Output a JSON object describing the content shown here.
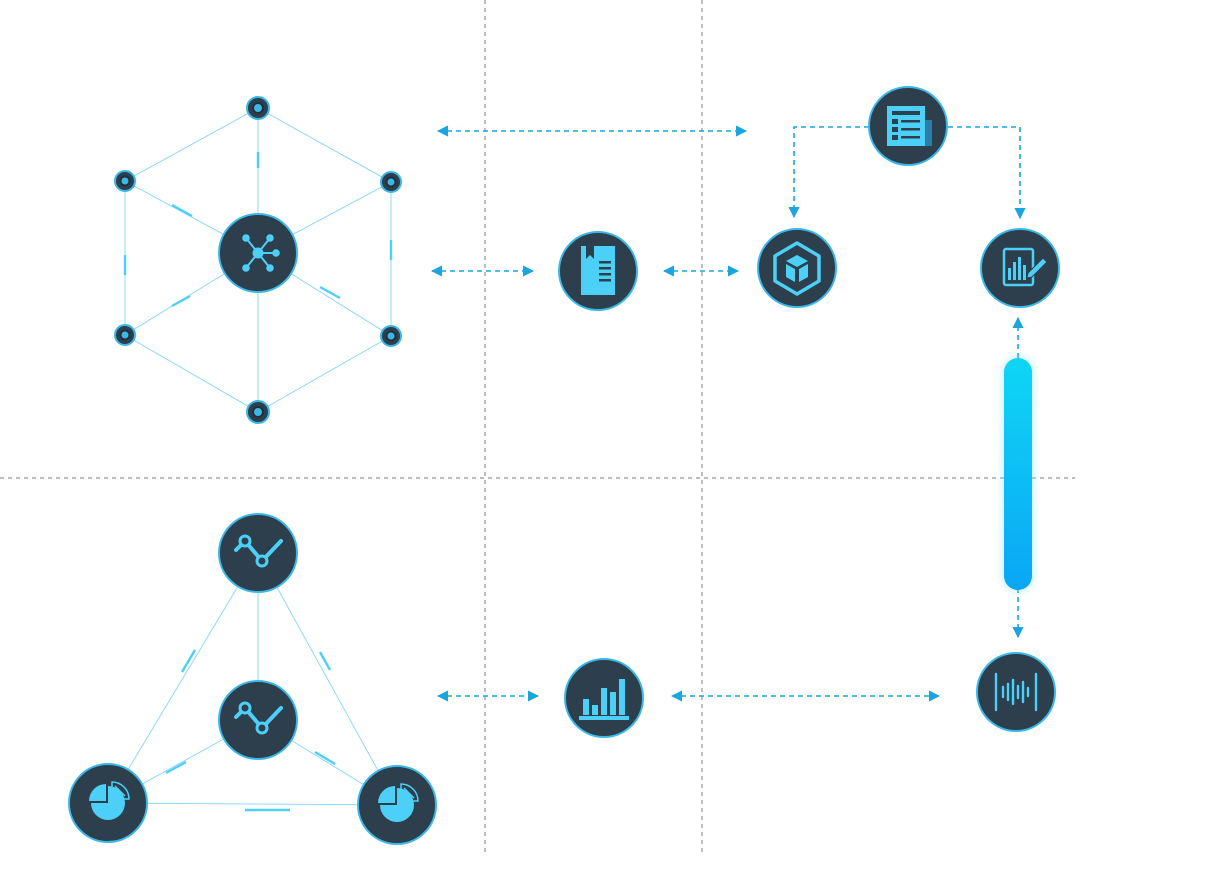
{
  "diagram": {
    "colors": {
      "background": "#ffffff",
      "node_fill": "#2d3e4c",
      "node_stroke": "#3ab8e8",
      "icon": "#4cd0f7",
      "connector": "#1aa6dc",
      "grid": "#a7a7a7",
      "bar_gradient": [
        "#0fd6f5",
        "#0aa6f5"
      ]
    },
    "nodes": [
      {
        "name": "network-hub-node",
        "icon": "network-hub-icon"
      },
      {
        "name": "document-book-node",
        "icon": "document-book-icon"
      },
      {
        "name": "cube-box-node",
        "icon": "cube-box-icon"
      },
      {
        "name": "news-report-node",
        "icon": "newspaper-icon"
      },
      {
        "name": "chart-edit-node",
        "icon": "chart-edit-icon"
      },
      {
        "name": "line-chart-top-node",
        "icon": "line-chart-icon"
      },
      {
        "name": "line-chart-center-node",
        "icon": "line-chart-icon"
      },
      {
        "name": "pie-chart-left-node",
        "icon": "pie-chart-icon"
      },
      {
        "name": "pie-chart-right-node",
        "icon": "pie-chart-icon"
      },
      {
        "name": "bar-chart-node",
        "icon": "bar-chart-icon"
      },
      {
        "name": "audio-wave-node",
        "icon": "audio-wave-icon"
      }
    ],
    "connectors": [
      {
        "from": "network-cluster",
        "to": "newspaper-icon",
        "type": "bidirectional"
      },
      {
        "from": "network-cluster",
        "to": "document-book-node",
        "type": "bidirectional"
      },
      {
        "from": "document-book-node",
        "to": "cube-box-node",
        "type": "bidirectional"
      },
      {
        "from": "news-report-node",
        "to": "cube-box-node",
        "type": "directed"
      },
      {
        "from": "news-report-node",
        "to": "chart-edit-node",
        "type": "directed"
      },
      {
        "from": "progress-bar",
        "to": "chart-edit-node",
        "type": "directed"
      },
      {
        "from": "progress-bar",
        "to": "audio-wave-node",
        "type": "directed"
      },
      {
        "from": "chart-cluster",
        "to": "bar-chart-node",
        "type": "bidirectional"
      },
      {
        "from": "bar-chart-node",
        "to": "audio-wave-node",
        "type": "bidirectional"
      }
    ]
  }
}
